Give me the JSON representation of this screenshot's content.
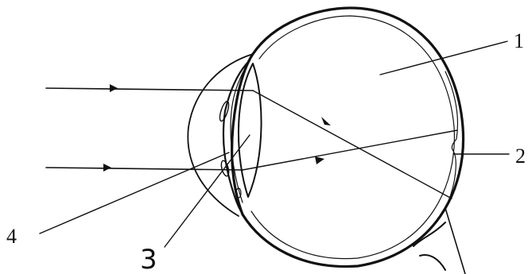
{
  "labels": {
    "one": "1",
    "two": "2",
    "three": "3",
    "four": "4"
  },
  "colors": {
    "ink": "#111111",
    "paper": "#ffffff"
  }
}
